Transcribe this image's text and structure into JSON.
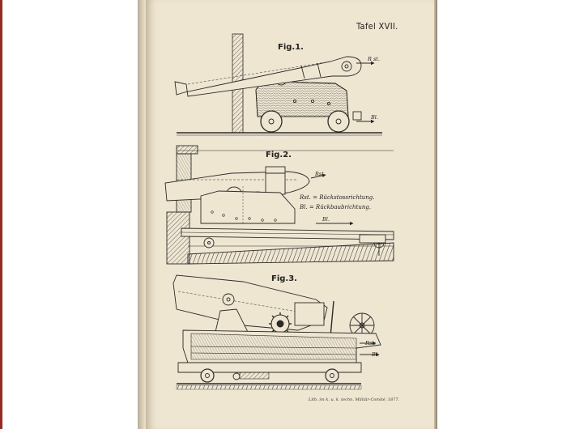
{
  "plate": {
    "number": "Tafel XVII."
  },
  "figures": [
    {
      "caption": "Fig.1.",
      "labels": {
        "recoil": "R st.",
        "rolling": "Bl."
      }
    },
    {
      "caption": "Fig.2.",
      "labels": {
        "recoil": "Rst.",
        "rolling": "Bl."
      },
      "legend": [
        "Rst. = Rückstossrichtung.",
        "Bl. = Rückbaubrichtung."
      ]
    },
    {
      "caption": "Fig.3.",
      "labels": {
        "recoil": "Rst.",
        "rolling": "Bl."
      }
    }
  ],
  "imprint": "Lith. im k. u. k. techn. Militär-Comité, 1877.",
  "colors": {
    "paper": "#efe6d2",
    "ink": "#2a2a2a",
    "spine_edge": "#9a2b22"
  }
}
